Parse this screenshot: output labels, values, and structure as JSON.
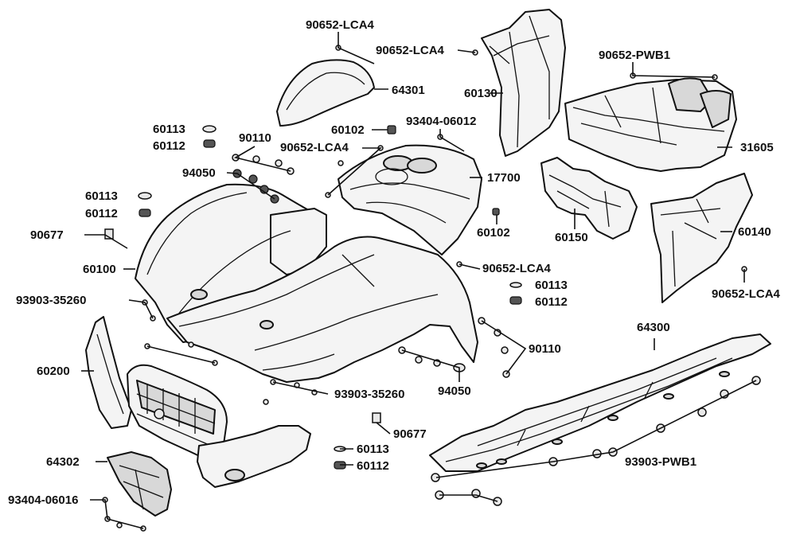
{
  "labels": {
    "p90652_lca4_a": "90652-LCA4",
    "p90652_lca4_b": "90652-LCA4",
    "p90652_pwb1": "90652-PWB1",
    "p64301": "64301",
    "p60130": "60130",
    "p60113_a": "60113",
    "p60112_a": "60112",
    "p90110_a": "90110",
    "p60102_a": "60102",
    "p93404_06012": "93404-06012",
    "p90652_lca4_c": "90652-LCA4",
    "p31605": "31605",
    "p94050_a": "94050",
    "p17700": "17700",
    "p60113_b": "60113",
    "p60112_b": "60112",
    "p60102_b": "60102",
    "p90677_a": "90677",
    "p60150": "60150",
    "p60140": "60140",
    "p60100": "60100",
    "p90652_lca4_d": "90652-LCA4",
    "p60113_c": "60113",
    "p90652_lca4_e": "90652-LCA4",
    "p93903_35260_a": "93903-35260",
    "p60112_c": "60112",
    "p64300": "64300",
    "p90110_b": "90110",
    "p60200": "60200",
    "p93903_35260_b": "93903-35260",
    "p94050_b": "94050",
    "p90677_b": "90677",
    "p60113_d": "60113",
    "p64302": "64302",
    "p93903_pwb1": "93903-PWB1",
    "p60112_d": "60112",
    "p93404_06016": "93404-06016"
  },
  "colors": {
    "line": "#111111",
    "fill": "#f4f4f4",
    "shade": "#d8d8d8"
  }
}
